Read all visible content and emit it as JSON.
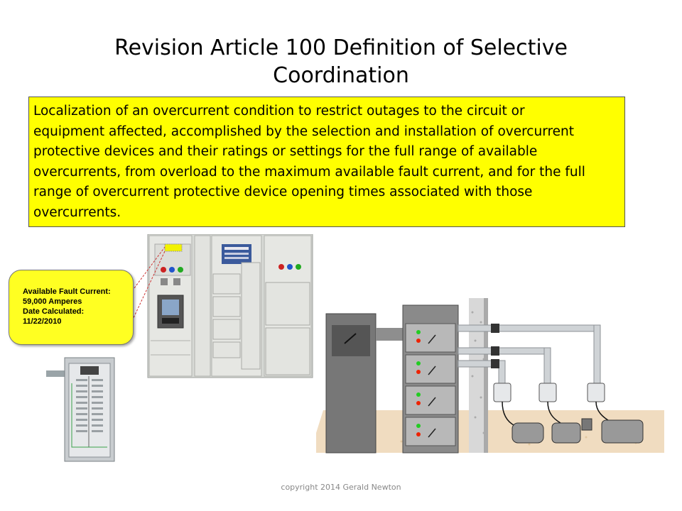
{
  "slide": {
    "title_line1": "Revision  Article 100 Definition of Selective",
    "title_line2": "Coordination",
    "definition_lines": [
      "Localization of an overcurrent condition to restrict outages to the circuit or",
      "equipment affected, accomplished by the selection and installation of overcurrent",
      "protective devices and their ratings or settings for the full range of available",
      "overcurrents, from overload to the maximum available fault current, and for the full",
      "range of overcurrent protective device opening times associated with those",
      "overcurrents."
    ],
    "fault_label": {
      "line1": "Available Fault Current:",
      "line2": "59,000 Amperes",
      "line3": "Date Calculated:",
      "line4": "11/22/2010"
    },
    "copyright": "copyright 2014 Gerald Newton"
  },
  "colors": {
    "highlight_yellow": "#ffff00",
    "callout_yellow": "#ffff22",
    "indicator_green": "#22cc22",
    "indicator_red": "#ee2200"
  }
}
